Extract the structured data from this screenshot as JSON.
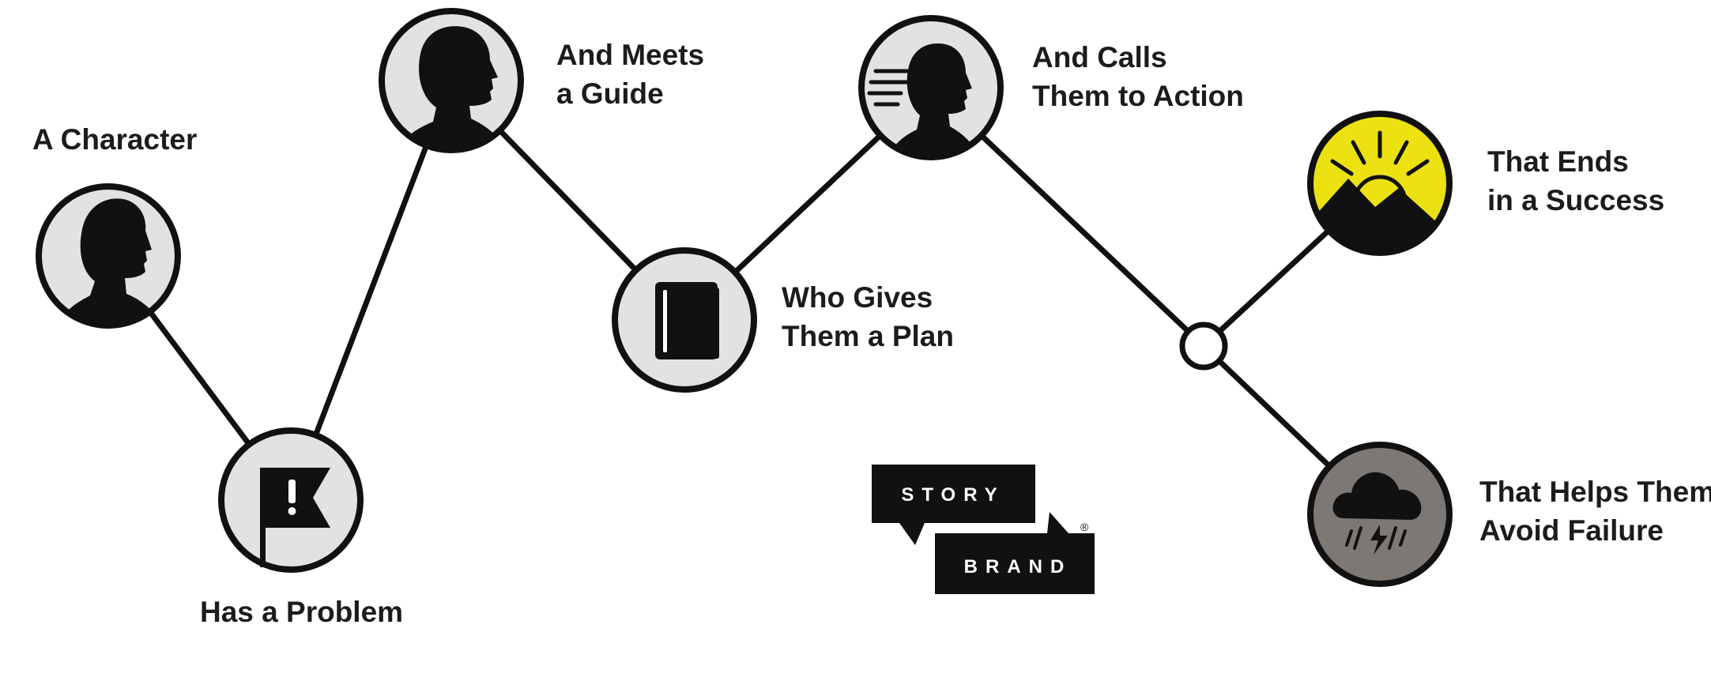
{
  "colors": {
    "stroke": "#111111",
    "circle_fill": "#e3e1e1",
    "success_fill": "#ece111",
    "failure_fill": "#7e7874",
    "text": "#1c1c1c",
    "logo": "#111111"
  },
  "steps": [
    {
      "id": "character",
      "icon": "profile-head-icon",
      "lines": [
        "A Character"
      ]
    },
    {
      "id": "problem",
      "icon": "exclamation-flag-icon",
      "lines": [
        "Has a Problem"
      ]
    },
    {
      "id": "guide",
      "icon": "profile-head-icon",
      "lines": [
        "And Meets",
        "a Guide"
      ]
    },
    {
      "id": "plan",
      "icon": "book-icon",
      "lines": [
        "Who Gives",
        "Them a Plan"
      ]
    },
    {
      "id": "action",
      "icon": "speaking-person-icon",
      "lines": [
        "And Calls",
        "Them to Action"
      ]
    },
    {
      "id": "success",
      "icon": "sunrise-mountain-icon",
      "lines": [
        "That Ends",
        "in a Success"
      ]
    },
    {
      "id": "failure",
      "icon": "storm-cloud-icon",
      "lines": [
        "That Helps Them",
        "Avoid Failure"
      ]
    }
  ],
  "logo": {
    "top_word": "STORY",
    "bottom_word": "BRAND",
    "registered": "®"
  }
}
